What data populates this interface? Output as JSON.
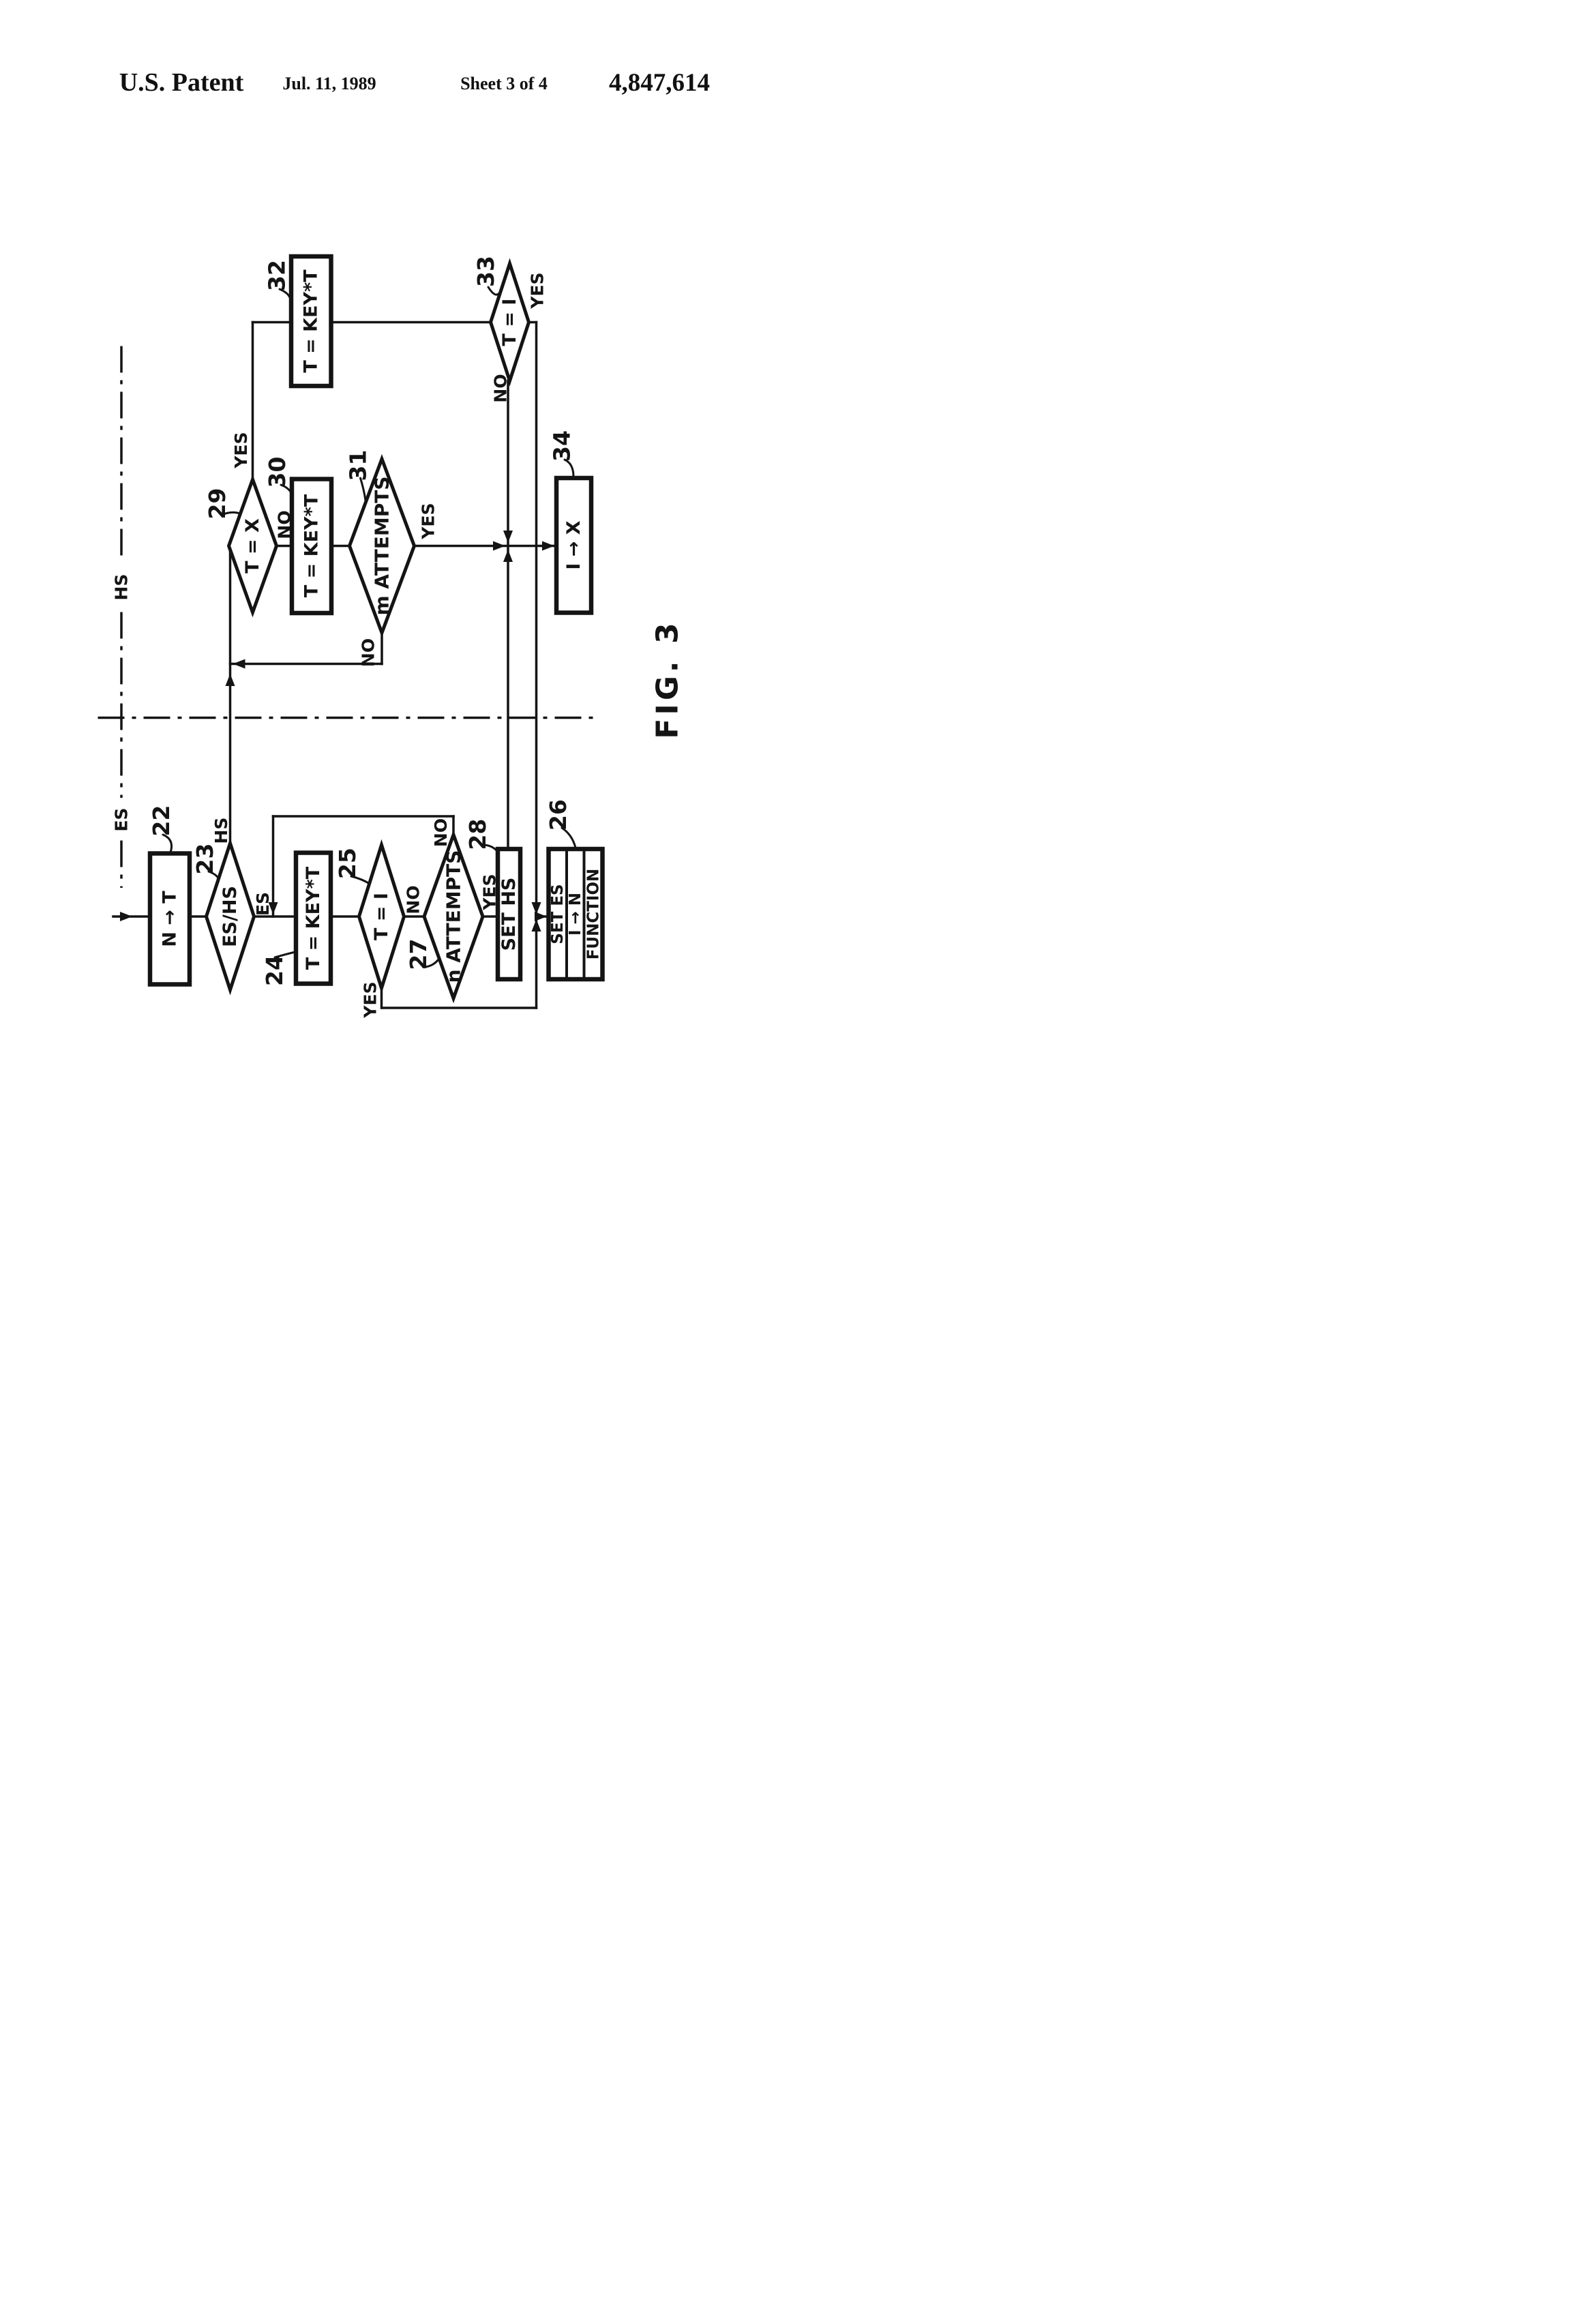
{
  "header": {
    "title": "U.S. Patent",
    "date": "Jul. 11, 1989",
    "sheet": "Sheet 3 of 4",
    "patent_number": "4,847,614"
  },
  "figure": {
    "caption": "FIG. 3"
  },
  "boundary": {
    "hs_label": "HS",
    "es_label": "ES"
  },
  "nodes": {
    "n22": {
      "ref": "22",
      "text": "N → T"
    },
    "n23": {
      "ref": "23",
      "text": "ES/HS",
      "branch_top": "HS",
      "branch_right": "ES"
    },
    "n24": {
      "ref": "24",
      "text": "T = KEY*T"
    },
    "n25": {
      "ref": "25",
      "text": "T = I",
      "branch_right": "NO",
      "branch_bottom": "YES"
    },
    "n26": {
      "ref": "26",
      "lines": [
        "SET ES",
        "I → N",
        "FUNCTION"
      ]
    },
    "n27": {
      "ref": "27",
      "text": "n ATTEMPTS",
      "branch_top": "NO",
      "branch_right": "YES"
    },
    "n28": {
      "ref": "28",
      "text": "SET HS"
    },
    "n29": {
      "ref": "29",
      "text": "T = X",
      "branch_top": "YES",
      "branch_right": "NO"
    },
    "n30": {
      "ref": "30",
      "text": "T = KEY*T"
    },
    "n31": {
      "ref": "31",
      "text": "m ATTEMPTS",
      "branch_right": "YES",
      "branch_bottom": "NO"
    },
    "n32": {
      "ref": "32",
      "text": "T = KEY*T"
    },
    "n33": {
      "ref": "33",
      "text": "T = I",
      "branch_right": "YES",
      "branch_bottom": "NO"
    },
    "n34": {
      "ref": "34",
      "text": "I → X"
    }
  }
}
